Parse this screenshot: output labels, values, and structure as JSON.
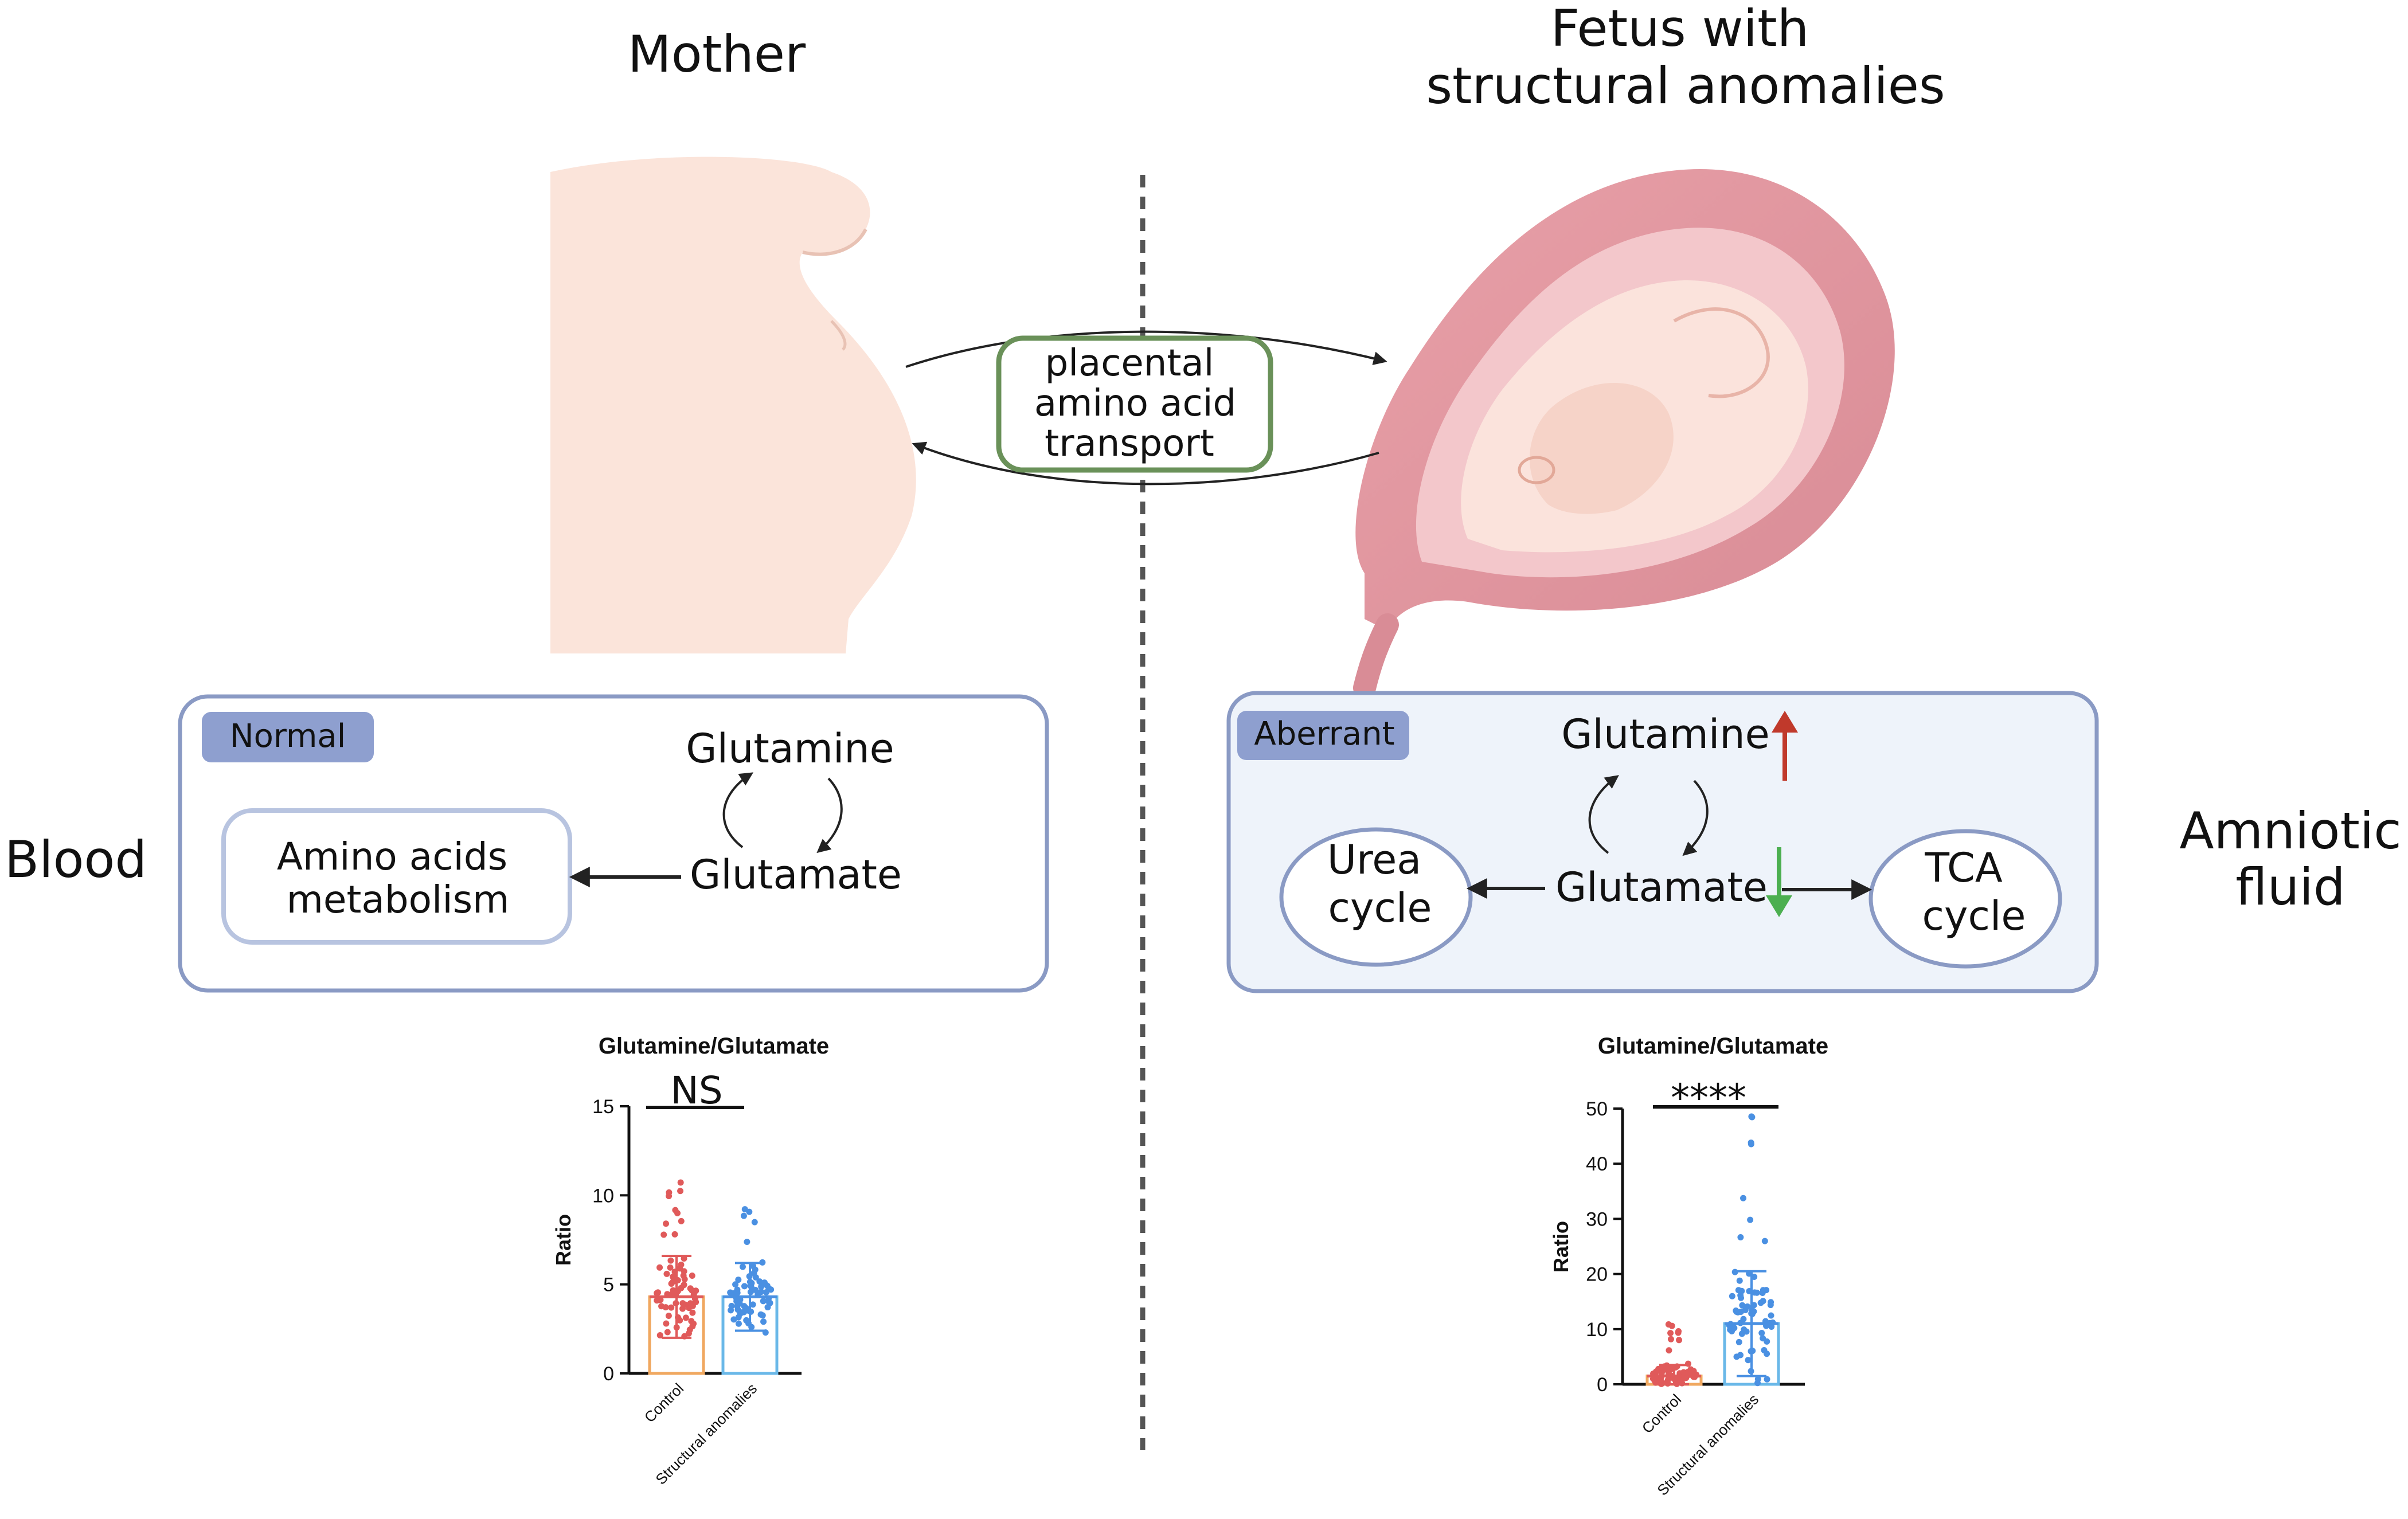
{
  "headings": {
    "mother": "Mother",
    "fetus_line1": "Fetus with",
    "fetus_line2": "structural anomalies",
    "blood": "Blood",
    "amniotic_line1": "Amniotic",
    "amniotic_line2": "fluid"
  },
  "transport_box": {
    "line1": "placental",
    "line2": "amino acid",
    "line3": "transport",
    "border_color": "#6a9159"
  },
  "blood_panel": {
    "badge": "Normal",
    "glutamine": "Glutamine",
    "glutamate": "Glutamate",
    "metabolism_line1": "Amino acids",
    "metabolism_line2": "metabolism"
  },
  "amniotic_panel": {
    "badge": "Aberrant",
    "glutamine": "Glutamine",
    "glutamate": "Glutamate",
    "urea_line1": "Urea",
    "urea_line2": "cycle",
    "tca_line1": "TCA",
    "tca_line2": "cycle",
    "up_color": "#c0392b",
    "down_color": "#4caf50"
  },
  "colors": {
    "panel_border": "#8a9ac4",
    "badge_fill": "#8e9fcf",
    "control": "#e05a5a",
    "structural": "#4a90e2",
    "control_bar": "#f0a860",
    "structural_bar": "#6ab8e8"
  },
  "chart_data": [
    {
      "type": "bar",
      "title": "Glutamine/Glutamate",
      "ylabel": "Ratio",
      "significance": "NS",
      "categories": [
        "Control",
        "Structural anomalies"
      ],
      "values": [
        4.3,
        4.3
      ],
      "sd": [
        2.3,
        1.9
      ],
      "ylim": [
        0,
        15
      ],
      "yticks": [
        0,
        5,
        10,
        15
      ],
      "grid": false,
      "legend": "none"
    },
    {
      "type": "bar",
      "title": "Glutamine/Glutamate",
      "ylabel": "Ratio",
      "significance": "****",
      "categories": [
        "Control",
        "Structural anomalies"
      ],
      "values": [
        1.5,
        11.0
      ],
      "sd": [
        2.0,
        9.5
      ],
      "ylim": [
        0,
        50
      ],
      "yticks": [
        0,
        10,
        20,
        30,
        40,
        50
      ],
      "grid": false,
      "legend": "none"
    }
  ]
}
